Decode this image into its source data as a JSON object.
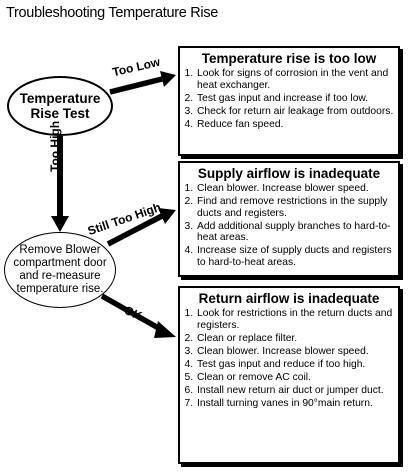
{
  "title": "Troubleshooting Temperature Rise",
  "start_node": {
    "line1": "Temperature",
    "line2": "Rise Test"
  },
  "check_node": {
    "line1": "Remove Blower",
    "line2": "compartment door",
    "line3": "and re-measure",
    "line4": "temperature rise."
  },
  "edges": {
    "too_low": "Too Low",
    "too_high": "Too High",
    "still_too_high": "Still Too High",
    "ok": "OK"
  },
  "boxes": [
    {
      "title": "Temperature rise is too low",
      "steps": [
        "Look for signs of corrosion in the vent and heat exchanger.",
        "Test gas input and increase if too low.",
        "Check for return air leakage from outdoors.",
        "Reduce fan speed."
      ]
    },
    {
      "title": "Supply airflow is inadequate",
      "steps": [
        "Clean blower. Increase blower speed.",
        "Find and remove restrictions in the supply ducts and registers.",
        "Add additional supply branches to hard-to-heat areas.",
        "Increase size of supply ducts and registers to hard-to-heat areas."
      ]
    },
    {
      "title": "Return airflow is inadequate",
      "steps": [
        "Look for restrictions in the return ducts and registers.",
        "Clean or replace filter.",
        "Clean blower. Increase blower speed.",
        "Test gas input and reduce if too high.",
        "Clean or remove AC coil.",
        "Install new return air duct or jumper duct.",
        "Install turning vanes in 90°main return."
      ]
    }
  ]
}
